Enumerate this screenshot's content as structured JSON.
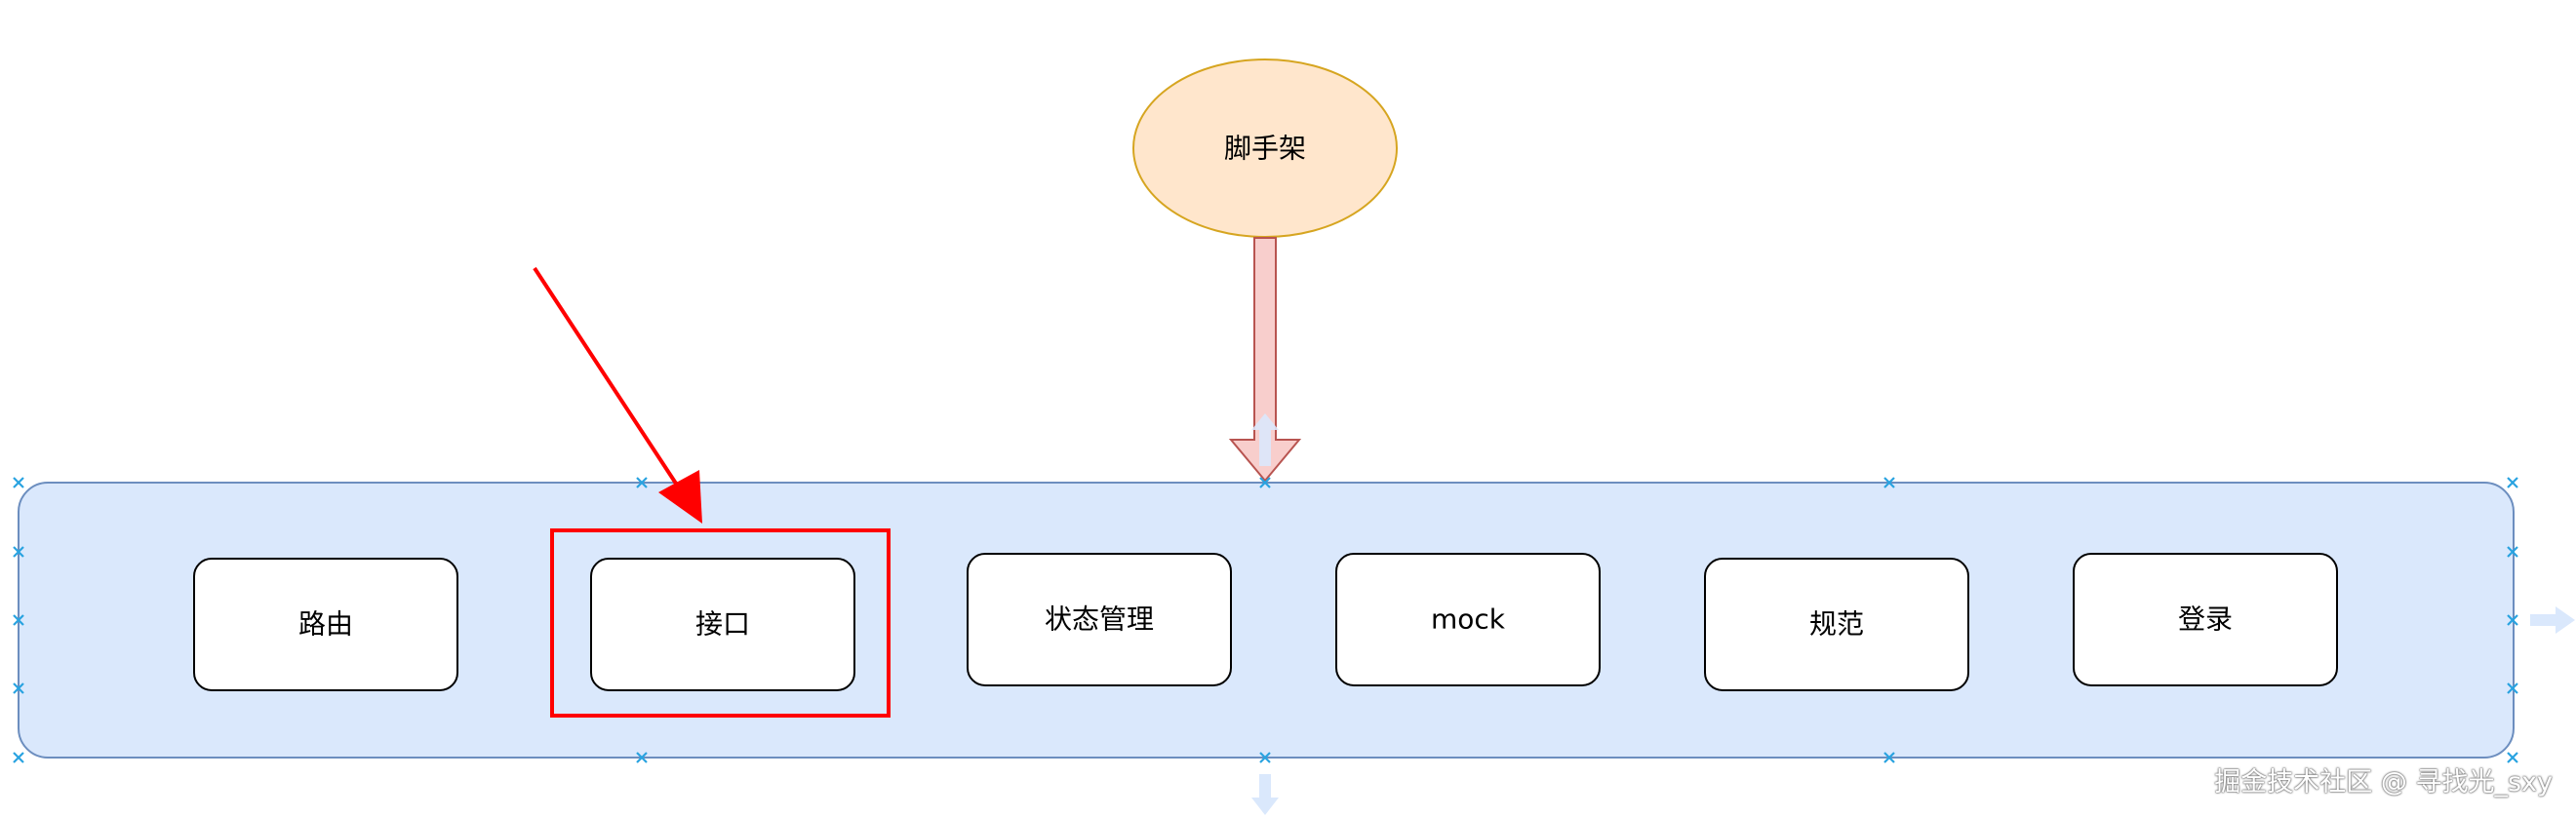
{
  "diagram": {
    "top_node": {
      "label": "脚手架"
    },
    "modules": [
      {
        "id": "routing",
        "label": "路由"
      },
      {
        "id": "api",
        "label": "接口"
      },
      {
        "id": "state",
        "label": "状态管理"
      },
      {
        "id": "mock",
        "label": "mock"
      },
      {
        "id": "standards",
        "label": "规范"
      },
      {
        "id": "login",
        "label": "登录"
      }
    ],
    "highlighted_module": "接口"
  },
  "colors": {
    "container_fill": "#dae8fc",
    "container_stroke": "#6c8ebf",
    "top_node_fill": "#ffe6cc",
    "top_node_stroke": "#d6a520",
    "arrow_fill": "#f8cecc",
    "arrow_stroke": "#b85450",
    "highlight": "#ff0000",
    "handle": "#29a3e0"
  },
  "watermark": "掘金技术社区 @ 寻找光_sxy"
}
